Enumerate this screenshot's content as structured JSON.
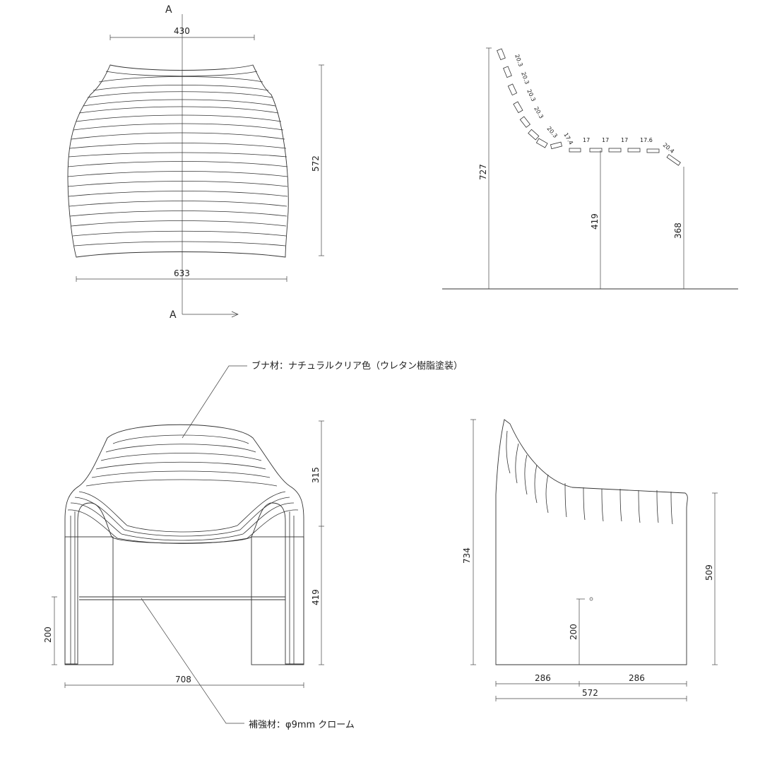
{
  "section_marker": "A",
  "plan_view": {
    "dims": {
      "top_width": "430",
      "bottom_width": "633",
      "depth": "572"
    }
  },
  "section_view": {
    "dims": {
      "total_height": "727",
      "seat_height_front": "419",
      "seat_height_edge": "368"
    },
    "slat_labels": [
      "20.3",
      "20.3",
      "20.3",
      "20.3",
      "20.3",
      "17.4",
      "17",
      "17",
      "17",
      "17.6",
      "20.4"
    ]
  },
  "front_view": {
    "dims": {
      "upper_height": "315",
      "lower_height": "419",
      "bar_height": "200",
      "width": "708"
    },
    "notes": {
      "material": "ブナ材：ナチュラルクリア色（ウレタン樹脂塗装）",
      "reinforcement": "補強材：φ9mm クローム"
    }
  },
  "side_view": {
    "dims": {
      "total_height": "734",
      "seat_height": "509",
      "bar_height": "200",
      "half_a": "286",
      "half_b": "286",
      "depth": "572"
    }
  }
}
